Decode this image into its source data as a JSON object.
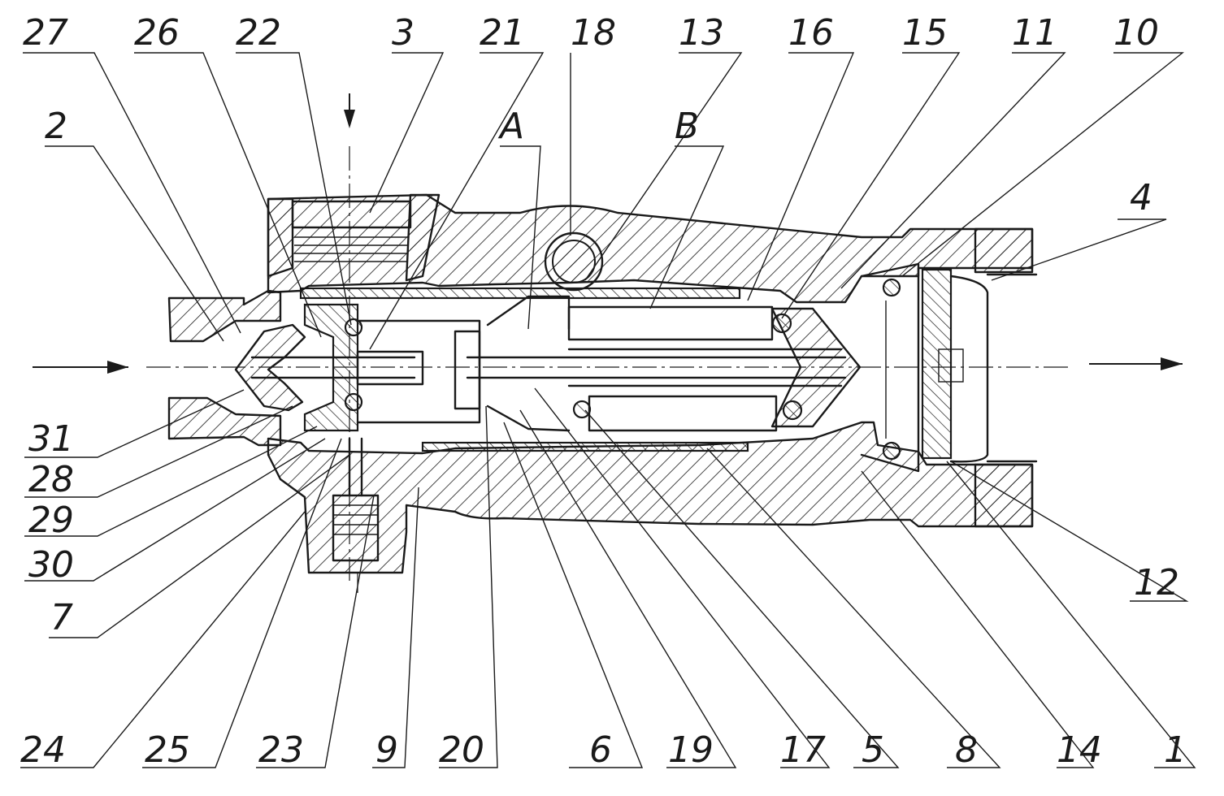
{
  "callouts": {
    "top": [
      "27",
      "26",
      "22",
      "3",
      "21",
      "18",
      "13",
      "16",
      "15",
      "11",
      "10"
    ],
    "upper": [
      "2",
      "A",
      "B",
      "4"
    ],
    "left": [
      "31",
      "28",
      "29",
      "30",
      "7"
    ],
    "right": [
      "12"
    ],
    "bottom": [
      "24",
      "25",
      "23",
      "9",
      "20",
      "6",
      "19",
      "17",
      "5",
      "8",
      "14",
      "1"
    ]
  },
  "colors": {
    "ink": "#1a1a1a",
    "paper": "#ffffff"
  }
}
